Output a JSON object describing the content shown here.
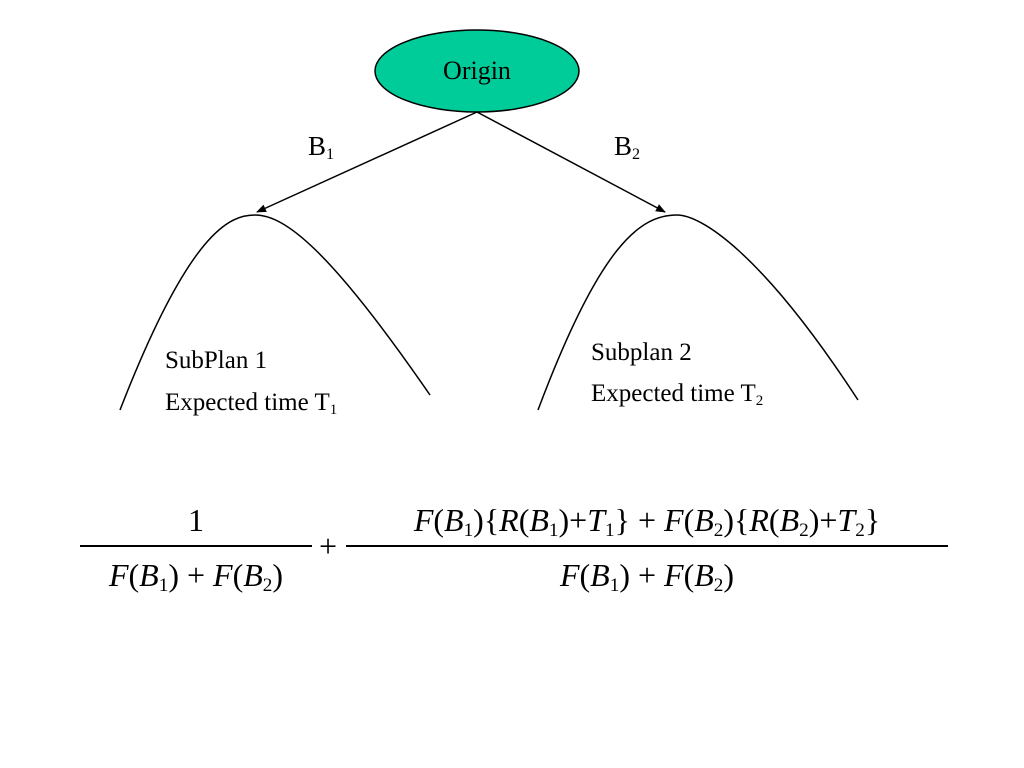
{
  "colors": {
    "node_fill": "#00cc99",
    "stroke": "#000000",
    "background": "#ffffff"
  },
  "nodes": {
    "origin": {
      "label": "Origin"
    }
  },
  "edges": {
    "branch_1": {
      "label_main": "B",
      "label_sub": "1"
    },
    "branch_2": {
      "label_main": "B",
      "label_sub": "2"
    }
  },
  "subplans": {
    "subplan_1": {
      "line1": "SubPlan 1",
      "line2_main": "Expected time T",
      "line2_sub": "1"
    },
    "subplan_2": {
      "line1": "Subplan 2",
      "line2_main": "Expected time T",
      "line2_sub": "2"
    }
  },
  "formula": {
    "fraction_1": {
      "numerator": "1",
      "den": {
        "f1": "F",
        "lp1": "(",
        "b1": "B",
        "s1": "1",
        "rp1": ")",
        "plus": "+",
        "f2": "F",
        "lp2": "(",
        "b2": "B",
        "s2": "2",
        "rp2": ")"
      }
    },
    "plus": "+",
    "fraction_2": {
      "num": {
        "f1": "F",
        "lp1": "(",
        "b1": "B",
        "s1": "1",
        "rp1": ")",
        "lb1": "{",
        "r1": "R",
        "lp2": "(",
        "b2": "B",
        "s2": "1",
        "rp2": ")",
        "plus1": "+",
        "t1": "T",
        "st1": "1",
        "rb1": "}",
        "plus2": "+",
        "f2": "F",
        "lp3": "(",
        "b3": "B",
        "s3": "2",
        "rp3": ")",
        "lb2": "{",
        "r2": "R",
        "lp4": "(",
        "b4": "B",
        "s4": "2",
        "rp4": ")",
        "plus3": "+",
        "t2": "T",
        "st2": "2",
        "rb2": "}"
      },
      "den": {
        "f1": "F",
        "lp1": "(",
        "b1": "B",
        "s1": "1",
        "rp1": ")",
        "plus": "+",
        "f2": "F",
        "lp2": "(",
        "b2": "B",
        "s2": "2",
        "rp2": ")"
      }
    }
  }
}
